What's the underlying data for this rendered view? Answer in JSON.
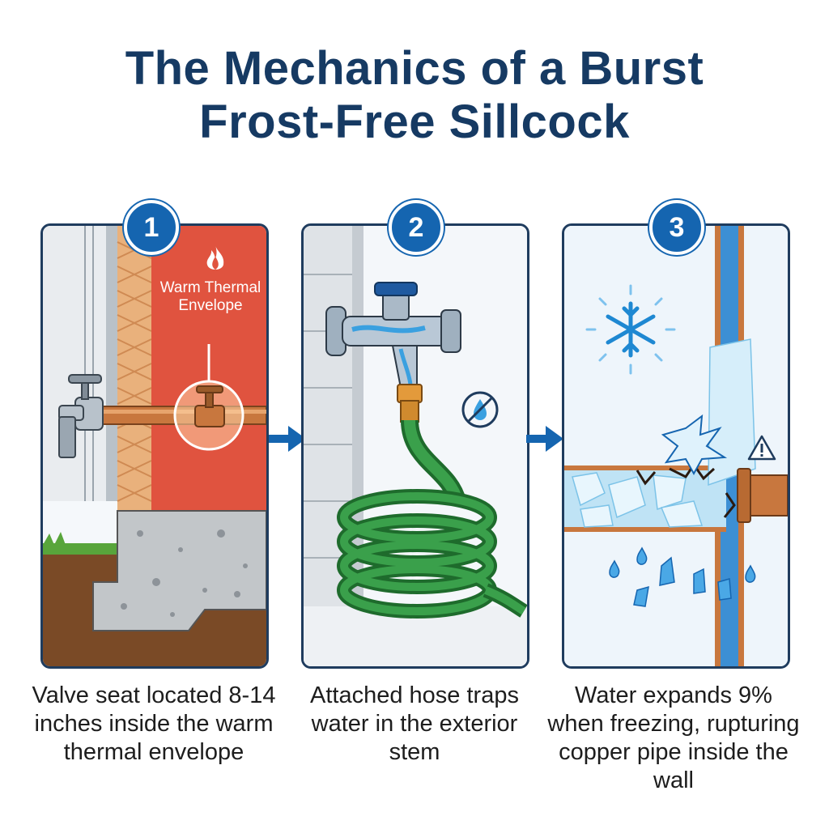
{
  "title": {
    "line1": "The Mechanics of a Burst",
    "line2": "Frost-Free Sillcock"
  },
  "steps": [
    {
      "number": "1",
      "panel_label": "Warm Thermal Envelope",
      "caption": "Valve seat located 8-14 inches inside the warm thermal envelope"
    },
    {
      "number": "2",
      "caption": "Attached hose traps water in the exterior stem"
    },
    {
      "number": "3",
      "caption": "Water expands 9% when freezing, rupturing copper pipe inside the wall"
    }
  ],
  "icons": [
    "flame-icon",
    "no-drain-icon",
    "snowflake-icon",
    "warning-icon",
    "arrow-right-icon"
  ],
  "colors": {
    "title": "#163a63",
    "accent_blue": "#1565b0",
    "warm_wall": "#e0533f",
    "copper": "#c8773e",
    "hose_green": "#2f8a3c",
    "ice": "#bfe3f5"
  }
}
